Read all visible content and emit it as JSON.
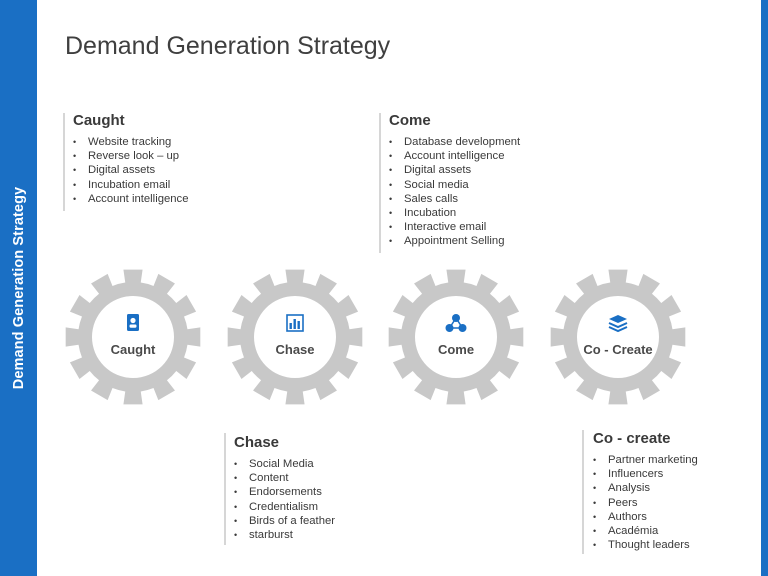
{
  "title": "Demand Generation Strategy",
  "sidebar_text": "Demand Generation Strategy",
  "colors": {
    "accent": "#1a6fc4",
    "gear": "#c8c8c8",
    "text": "#3a3a3a",
    "icon": "#1a6fc4"
  },
  "gears": [
    {
      "label": "Caught",
      "icon": "id-card-icon"
    },
    {
      "label": "Chase",
      "icon": "bar-chart-icon"
    },
    {
      "label": "Come",
      "icon": "network-icon"
    },
    {
      "label": "Co - Create",
      "icon": "stack-icon"
    }
  ],
  "blocks": {
    "caught": {
      "heading": "Caught",
      "items": [
        "Website tracking",
        "Reverse look – up",
        "Digital  assets",
        "Incubation email",
        "Account intelligence"
      ]
    },
    "come": {
      "heading": "Come",
      "items": [
        "Database development",
        "Account intelligence",
        "Digital  assets",
        "Social media",
        "Sales calls",
        "Incubation",
        "Interactive email",
        "Appointment Selling"
      ]
    },
    "chase": {
      "heading": "Chase",
      "items": [
        "Social Media",
        "Content",
        "Endorsements",
        "Credentialism",
        "Birds of a feather",
        "starburst"
      ]
    },
    "cocreate": {
      "heading": "Co - create",
      "items": [
        "Partner marketing",
        "Influencers",
        "Analysis",
        "Peers",
        "Authors",
        "Académia",
        "Thought leaders"
      ]
    }
  }
}
